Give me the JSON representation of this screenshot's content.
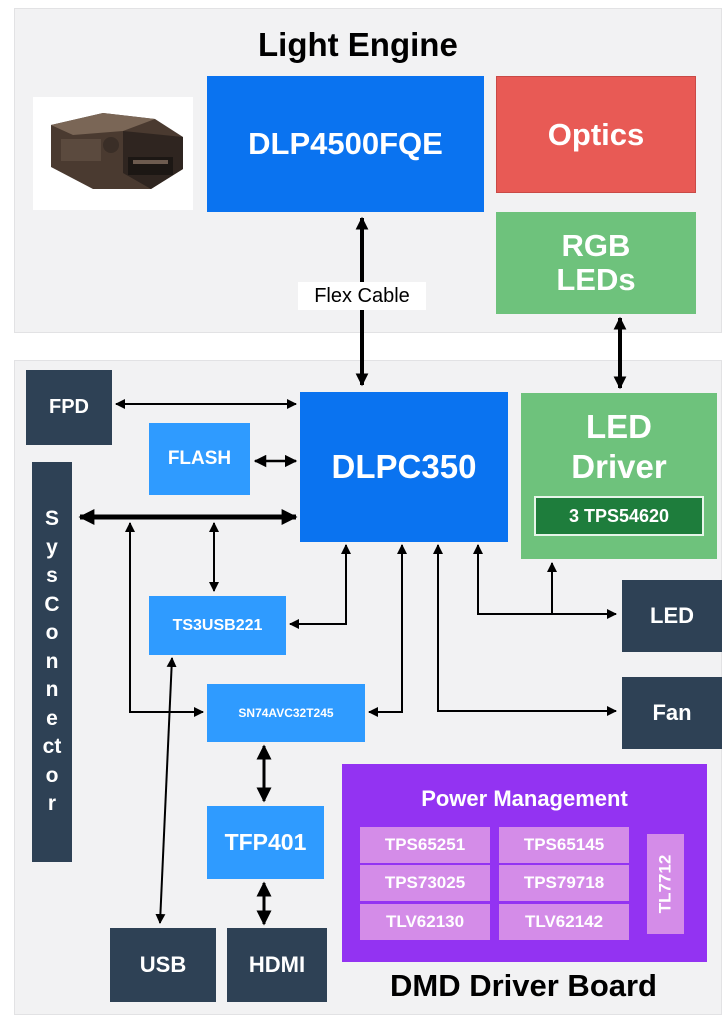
{
  "light_engine": {
    "title": "Light Engine",
    "dmd": "DLP4500FQE",
    "optics": "Optics",
    "rgb_leds": "RGB LEDs",
    "flex_cable": "Flex Cable"
  },
  "driver_board": {
    "title": "DMD Driver Board",
    "fpd": "FPD",
    "flash": "FLASH",
    "controller": "DLPC350",
    "led_driver": "LED Driver",
    "led_driver_chip": "3 TPS54620",
    "sys_connector": "Sys Connector",
    "usb_switch": "TS3USB221",
    "level_shifter": "SN74AVC32T245",
    "receiver": "TFP401",
    "led": "LED",
    "fan": "Fan",
    "usb": "USB",
    "hdmi": "HDMI"
  },
  "power_management": {
    "title": "Power Management",
    "chips": [
      "TPS65251",
      "TPS65145",
      "TPS73025",
      "TPS79718",
      "TLV62130",
      "TLV62142"
    ],
    "side_chip": "TL7712"
  },
  "colors": {
    "navy": "#2e4155",
    "dmd_blue": "#0a73f0",
    "light_blue": "#2f9bff",
    "optics_red": "#e85a55",
    "led_green": "#6ec27c",
    "chip_green": "#1e7d3c",
    "power_purple": "#9333f2",
    "chip_pink": "#d48ce8",
    "panel_gray": "#f2f2f3"
  }
}
